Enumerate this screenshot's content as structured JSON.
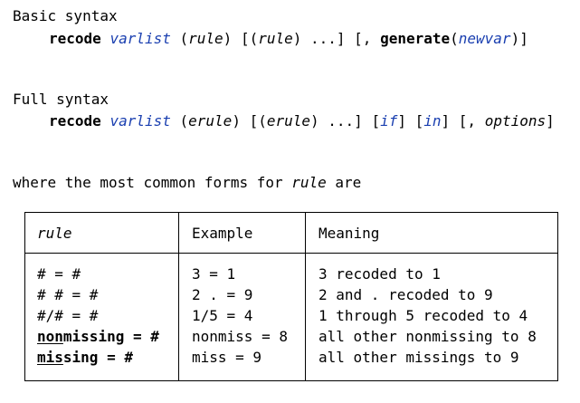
{
  "basic": {
    "heading": "Basic syntax",
    "cmd": "recode",
    "varlist": "varlist",
    "open1": " (",
    "rule1": "rule",
    "mid1": ") [(",
    "rule2": "rule",
    "tail1": ") ...] [, ",
    "generate": "generate",
    "open2": "(",
    "newvar": "newvar",
    "close": ")]"
  },
  "full": {
    "heading": "Full syntax",
    "cmd": "recode",
    "varlist": "varlist",
    "open1": " (",
    "erule1": "erule",
    "mid1": ") [(",
    "erule2": "erule",
    "mid2": ") ...] [",
    "if": "if",
    "mid3": "] [",
    "in": "in",
    "mid4": "] [, ",
    "options": "options",
    "close": "]"
  },
  "where": {
    "prefix": "where the most common forms for ",
    "rule": "rule",
    "suffix": " are"
  },
  "table": {
    "headers": {
      "rule": "rule",
      "example": "Example",
      "meaning": "Meaning"
    },
    "rows": [
      {
        "rule": "# = #",
        "example": "3 = 1",
        "meaning": "3 recoded to 1"
      },
      {
        "rule": "# # = #",
        "example": "2 . = 9",
        "meaning": "2 and . recoded to 9"
      },
      {
        "rule": "#/# = #",
        "example": "1/5 = 4",
        "meaning": "1 through 5 recoded to 4"
      },
      {
        "rule_underlined": "non",
        "rule_rest": "missing = #",
        "example": "nonmiss = 8",
        "meaning": "all other nonmissing to 8"
      },
      {
        "rule_underlined": "mis",
        "rule_rest": "sing = #",
        "example": "miss = 9",
        "meaning": "all other missings to 9"
      }
    ]
  },
  "colors": {
    "link": "#1a3fb0",
    "text": "#000000",
    "background": "#ffffff"
  }
}
